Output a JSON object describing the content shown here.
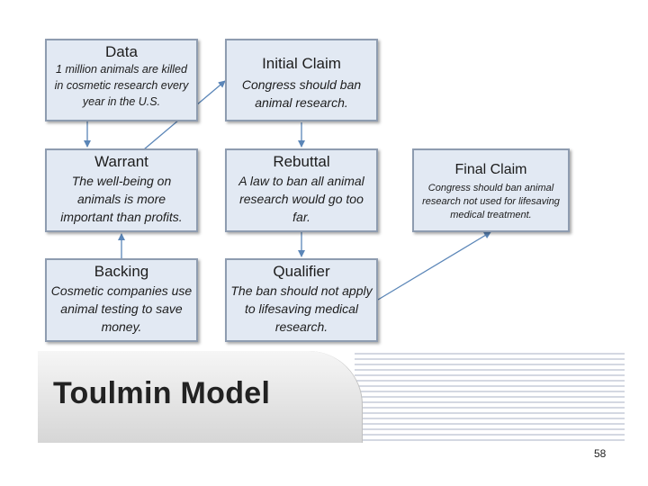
{
  "diagram": {
    "nodes": {
      "data": {
        "title": "Data",
        "body": "1 million animals are killed in cosmetic research every year in the U.S."
      },
      "initial_claim": {
        "title": "Initial Claim",
        "body": "Congress should ban animal research."
      },
      "warrant": {
        "title": "Warrant",
        "body": "The well-being on animals is more important than profits."
      },
      "rebuttal": {
        "title": "Rebuttal",
        "body": "A law to ban all animal research would go too far."
      },
      "final_claim": {
        "title": "Final Claim",
        "body": "Congress should ban animal research not used for lifesaving medical treatment."
      },
      "backing": {
        "title": "Backing",
        "body": "Cosmetic companies use animal testing to save money."
      },
      "qualifier": {
        "title": "Qualifier",
        "body": "The ban should not apply to lifesaving medical research."
      }
    },
    "colors": {
      "box_fill": "#e2e9f3",
      "box_border": "#8e9cb0",
      "arrow": "#5b86b8"
    }
  },
  "banner": {
    "title": "Toulmin Model"
  },
  "page": {
    "number": "58"
  }
}
